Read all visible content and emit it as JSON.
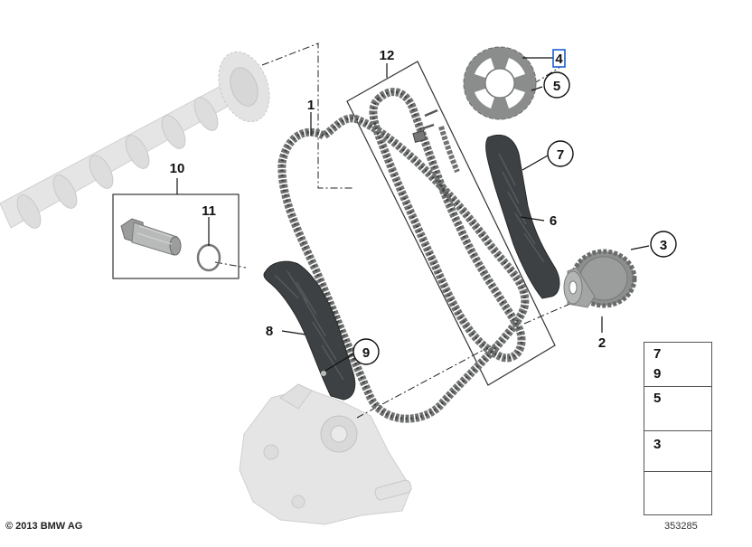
{
  "callouts": {
    "c1": "1",
    "c2": "2",
    "c3": "3",
    "c4": "4",
    "c5": "5",
    "c6": "6",
    "c7": "7",
    "c8": "8",
    "c9": "9",
    "c10": "10",
    "c11": "11",
    "c12": "12"
  },
  "legend": {
    "row1_top": "7",
    "row1_bottom": "9",
    "row2": "5",
    "row3": "3"
  },
  "footer": {
    "copyright": "© 2013 BMW AG",
    "diagram_number": "353285"
  },
  "colors": {
    "selection_box": "#1a5fd0",
    "chain": "#6f7270",
    "rail": "#3e4143"
  }
}
